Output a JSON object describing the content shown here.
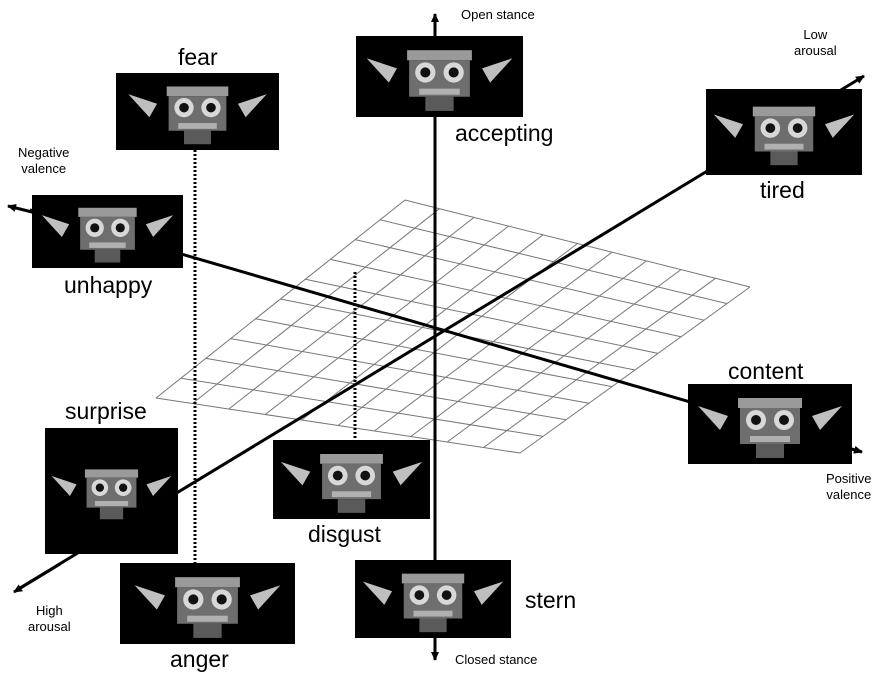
{
  "axes": {
    "open_stance": "Open stance",
    "closed_stance": "Closed stance",
    "low_arousal_1": "Low",
    "low_arousal_2": "arousal",
    "high_arousal_1": "High",
    "high_arousal_2": "arousal",
    "negative_valence_1": "Negative",
    "negative_valence_2": "valence",
    "positive_valence_1": "Positive",
    "positive_valence_2": "valence"
  },
  "expressions": {
    "fear": "fear",
    "accepting": "accepting",
    "tired": "tired",
    "unhappy": "unhappy",
    "content": "content",
    "surprise": "surprise",
    "disgust": "disgust",
    "stern": "stern",
    "anger": "anger"
  },
  "colors": {
    "line": "#000000",
    "grid": "#777777",
    "photo_bg": "#000000",
    "robot": "#bfbfbf"
  }
}
